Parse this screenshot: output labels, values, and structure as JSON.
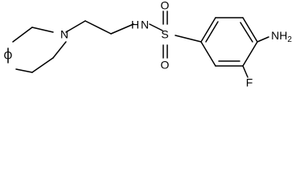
{
  "molecule": {
    "labels": {
      "oxygen_ring": "O",
      "nitrogen_ring": "N",
      "nh_sulfonamide": "H",
      "nitrogen_sulfonamide": "N",
      "sulfur": "S",
      "oxygen_top": "O",
      "oxygen_bottom": "O",
      "amino": "NH",
      "amino_subscript": "2",
      "fluoro": "F"
    }
  }
}
